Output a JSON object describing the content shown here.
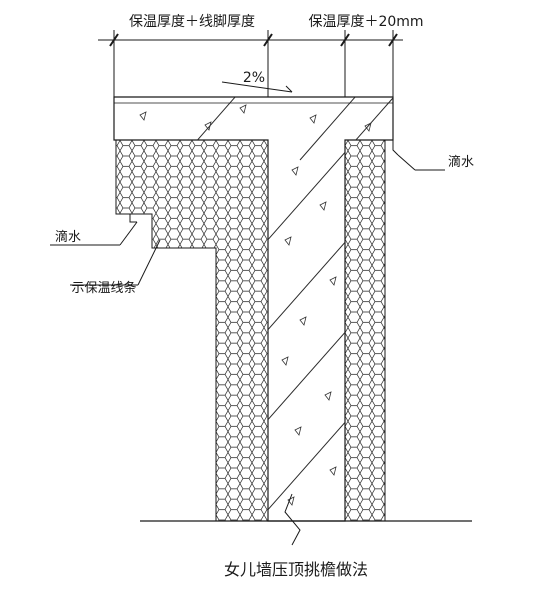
{
  "labels": {
    "dim_left": "保温厚度＋线脚厚度",
    "dim_right": "保温厚度＋20mm",
    "slope": "2%",
    "drip_right": "滴水",
    "drip_left": "滴水",
    "strip": "示保温线条",
    "caption": "女儿墙压顶挑檐做法"
  },
  "colors": {
    "line": "#1a1a1a",
    "concrete_fill": "#ffffff",
    "hatch": "#2a2a2a"
  }
}
